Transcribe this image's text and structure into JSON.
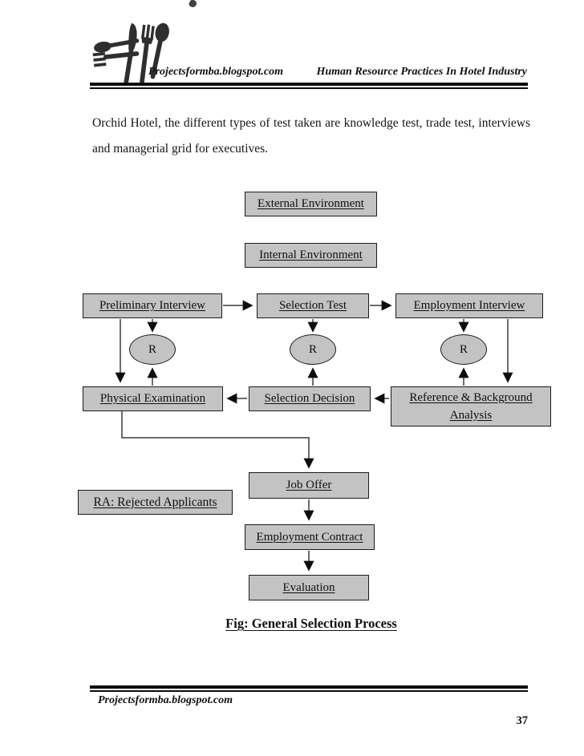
{
  "header": {
    "site": "Projectsformba.blogspot.com",
    "doc_title": "Human Resource Practices In Hotel Industry"
  },
  "paragraph": "Orchid Hotel, the different types of test taken are knowledge test, trade test, interviews and managerial grid for executives.",
  "diagram": {
    "nodes": {
      "external_environment": "External Environment",
      "internal_environment": "Internal Environment",
      "preliminary_interview": "Preliminary Interview",
      "selection_test": "Selection Test",
      "employment_interview": "Employment Interview",
      "physical_examination": "Physical Examination",
      "selection_decision": "Selection Decision",
      "reference_background": "Reference & Background Analysis",
      "job_offer": "Job Offer",
      "employment_contract": "Employment Contract",
      "evaluation": "Evaluation"
    },
    "rejected_symbol": "R",
    "legend": "RA: Rejected Applicants",
    "caption": "Fig: General Selection Process",
    "box_fill": "#c3c3c3",
    "line_color": "#3c3c3c"
  },
  "footer": {
    "site": "Projectsformba.blogspot.com",
    "page_number": "37"
  }
}
